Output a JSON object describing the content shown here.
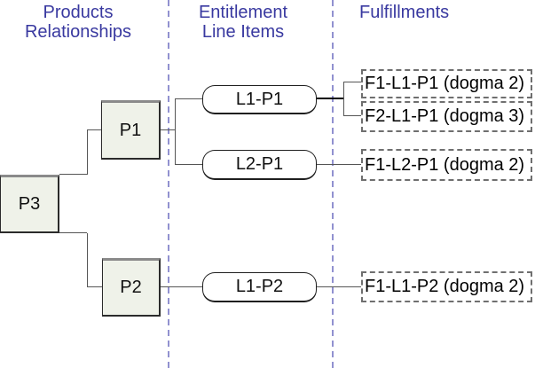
{
  "diagram": {
    "headers": [
      {
        "id": "products-relationships",
        "line1": "Products",
        "line2": "Relationships"
      },
      {
        "id": "entitlement-line-items",
        "line1": "Entitlement",
        "line2": "Line Items"
      },
      {
        "id": "fulfillments",
        "line1": "Fulfillments",
        "line2": ""
      }
    ],
    "products": [
      {
        "id": "P3",
        "label": "P3"
      },
      {
        "id": "P1",
        "label": "P1"
      },
      {
        "id": "P2",
        "label": "P2"
      }
    ],
    "line_items": [
      {
        "id": "L1-P1",
        "label": "L1-P1"
      },
      {
        "id": "L2-P1",
        "label": "L2-P1"
      },
      {
        "id": "L1-P2",
        "label": "L1-P2"
      }
    ],
    "fulfillments": [
      {
        "id": "F1-L1-P1",
        "label": "F1-L1-P1 (dogma 2)"
      },
      {
        "id": "F2-L1-P1",
        "label": "F2-L1-P1 (dogma 3)"
      },
      {
        "id": "F1-L2-P1",
        "label": "F1-L2-P1 (dogma 2)"
      },
      {
        "id": "F1-L1-P2",
        "label": "F1-L1-P2 (dogma 2)"
      }
    ],
    "edges": [
      {
        "from": "P3",
        "to": "P1"
      },
      {
        "from": "P3",
        "to": "P2"
      },
      {
        "from": "P1",
        "to": "L1-P1"
      },
      {
        "from": "P1",
        "to": "L2-P1"
      },
      {
        "from": "P2",
        "to": "L1-P2"
      },
      {
        "from": "L1-P1",
        "to": "F1-L1-P1"
      },
      {
        "from": "L1-P1",
        "to": "F2-L1-P1"
      },
      {
        "from": "L2-P1",
        "to": "F1-L2-P1"
      },
      {
        "from": "L1-P2",
        "to": "F1-L1-P2"
      }
    ],
    "colors": {
      "header_text": "#3939A0",
      "divider": "#9191D0",
      "product_fill": "#EFF2E9",
      "connector": "#555555",
      "dashed_border": "#6F6F6F"
    }
  }
}
